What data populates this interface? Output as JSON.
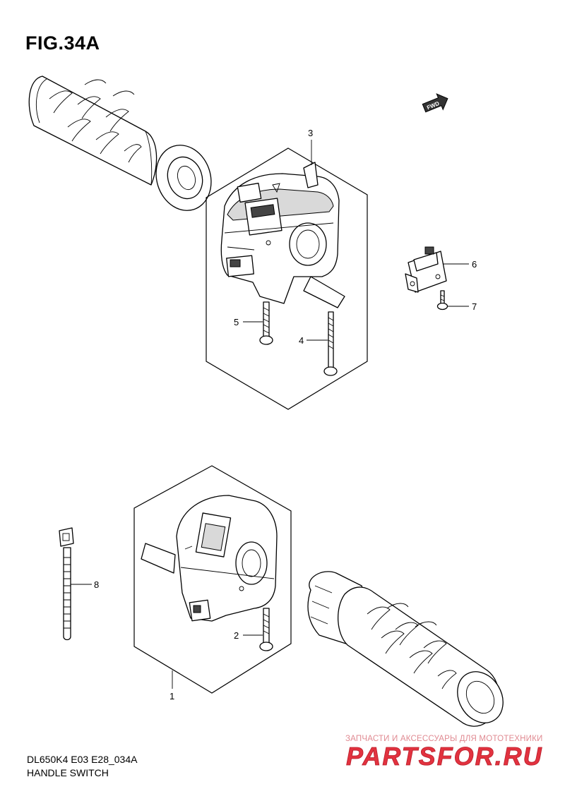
{
  "figure": {
    "title": "FIG.34A",
    "code": "DL650K4 E03 E28_034A",
    "name": "HANDLE SWITCH"
  },
  "fwd_badge": {
    "text": "FWD"
  },
  "callouts": [
    {
      "id": "1",
      "label": "1"
    },
    {
      "id": "2",
      "label": "2"
    },
    {
      "id": "3",
      "label": "3"
    },
    {
      "id": "4",
      "label": "4"
    },
    {
      "id": "5",
      "label": "5"
    },
    {
      "id": "6",
      "label": "6"
    },
    {
      "id": "7",
      "label": "7"
    },
    {
      "id": "8",
      "label": "8"
    }
  ],
  "watermark": {
    "tagline": "ЗАПЧАСТИ И АКСЕССУАРЫ ДЛЯ МОТОТЕХНИКИ",
    "logo_text": "PARTSFOR.RU",
    "color": "#e2323f"
  }
}
